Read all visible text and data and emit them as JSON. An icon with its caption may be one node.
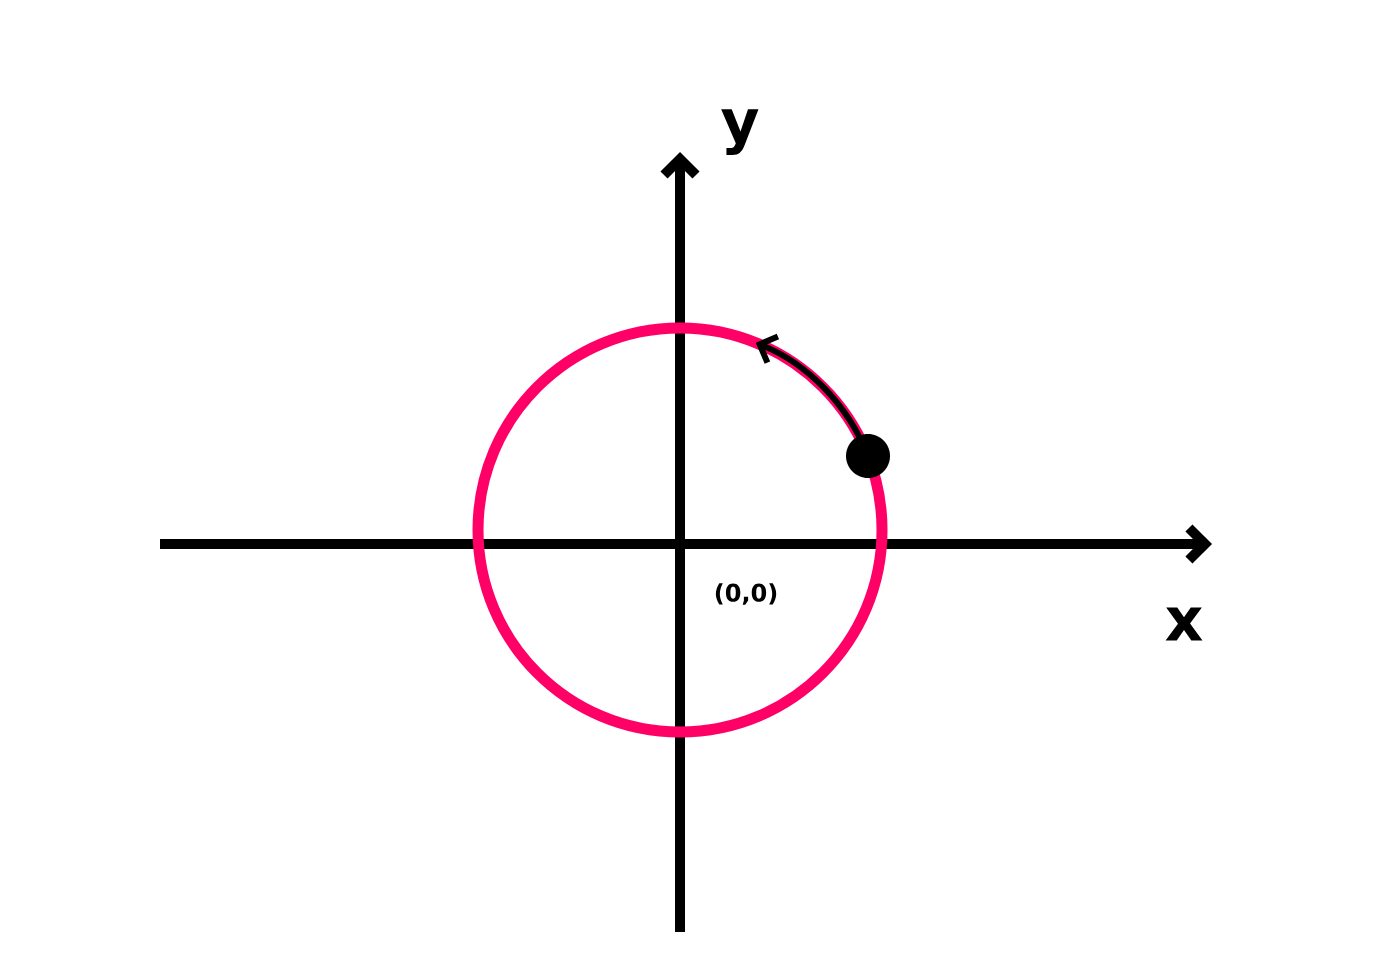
{
  "diagram": {
    "labels": [
      "y",
      "x",
      "(0,0)"
    ]
  }
}
